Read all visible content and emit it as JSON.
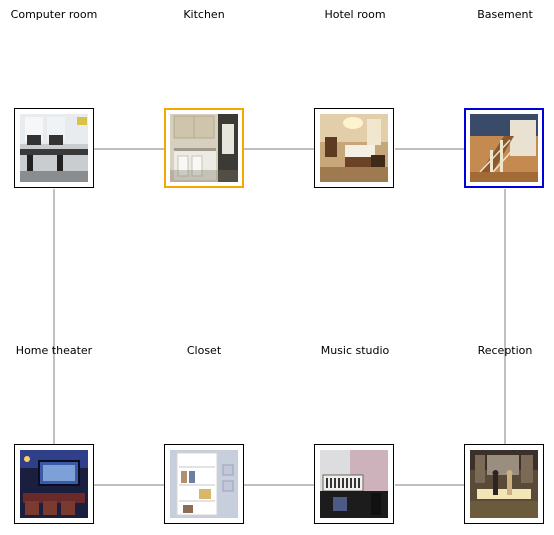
{
  "rooms": [
    {
      "label": "Computer room",
      "highlight": "none"
    },
    {
      "label": "Kitchen",
      "highlight": "orange"
    },
    {
      "label": "Hotel room",
      "highlight": "none"
    },
    {
      "label": "Basement",
      "highlight": "blue"
    },
    {
      "label": "Home theater",
      "highlight": "none"
    },
    {
      "label": "Closet",
      "highlight": "none"
    },
    {
      "label": "Music studio",
      "highlight": "none"
    },
    {
      "label": "Reception",
      "highlight": "none"
    }
  ],
  "colors": {
    "edge": "#808080",
    "frame": "#000000",
    "orange_highlight": "#f5a800",
    "blue_highlight": "#0000dd"
  }
}
